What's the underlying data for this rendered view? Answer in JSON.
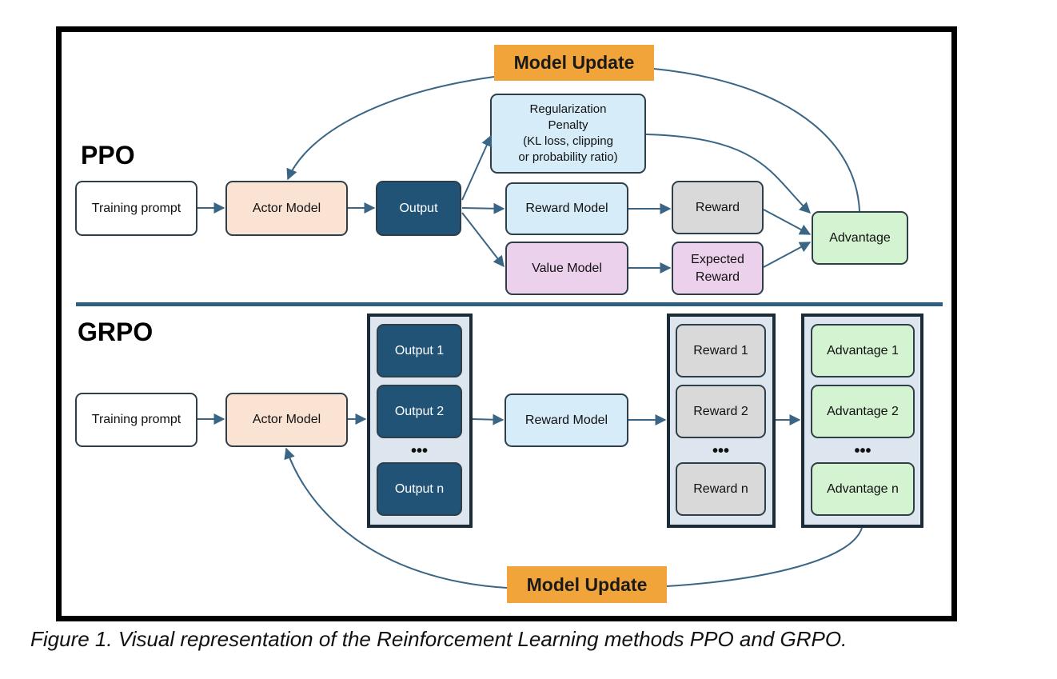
{
  "ppo": {
    "label": "PPO",
    "model_update": "Model Update",
    "training_prompt": "Training prompt",
    "actor_model": "Actor Model",
    "output": "Output",
    "regularization": [
      "Regularization",
      "Penalty",
      "(KL loss, clipping",
      "or probability ratio)"
    ],
    "reward_model": "Reward Model",
    "value_model": "Value Model",
    "reward": "Reward",
    "expected_reward": [
      "Expected",
      "Reward"
    ],
    "advantage": "Advantage"
  },
  "grpo": {
    "label": "GRPO",
    "model_update": "Model Update",
    "training_prompt": "Training prompt",
    "actor_model": "Actor Model",
    "outputs": [
      "Output 1",
      "Output 2",
      "Output n"
    ],
    "reward_model": "Reward Model",
    "rewards": [
      "Reward 1",
      "Reward 2",
      "Reward n"
    ],
    "advantages": [
      "Advantage 1",
      "Advantage 2",
      "Advantage n"
    ],
    "ellipsis": "•••"
  },
  "caption": "Figure 1. Visual representation of the Reinforcement Learning methods PPO and GRPO.",
  "colors": {
    "frame": "#000000",
    "arrow": "#3a6585",
    "model_update_bg": "#f0a43a",
    "output_bg": "#215377",
    "actor_bg": "#fbe3d4",
    "reward_model_bg": "#d6ecf8",
    "value_model_bg": "#ecd1ec",
    "reward_bg": "#d9d9d9",
    "advantage_bg": "#d4f3d0"
  }
}
